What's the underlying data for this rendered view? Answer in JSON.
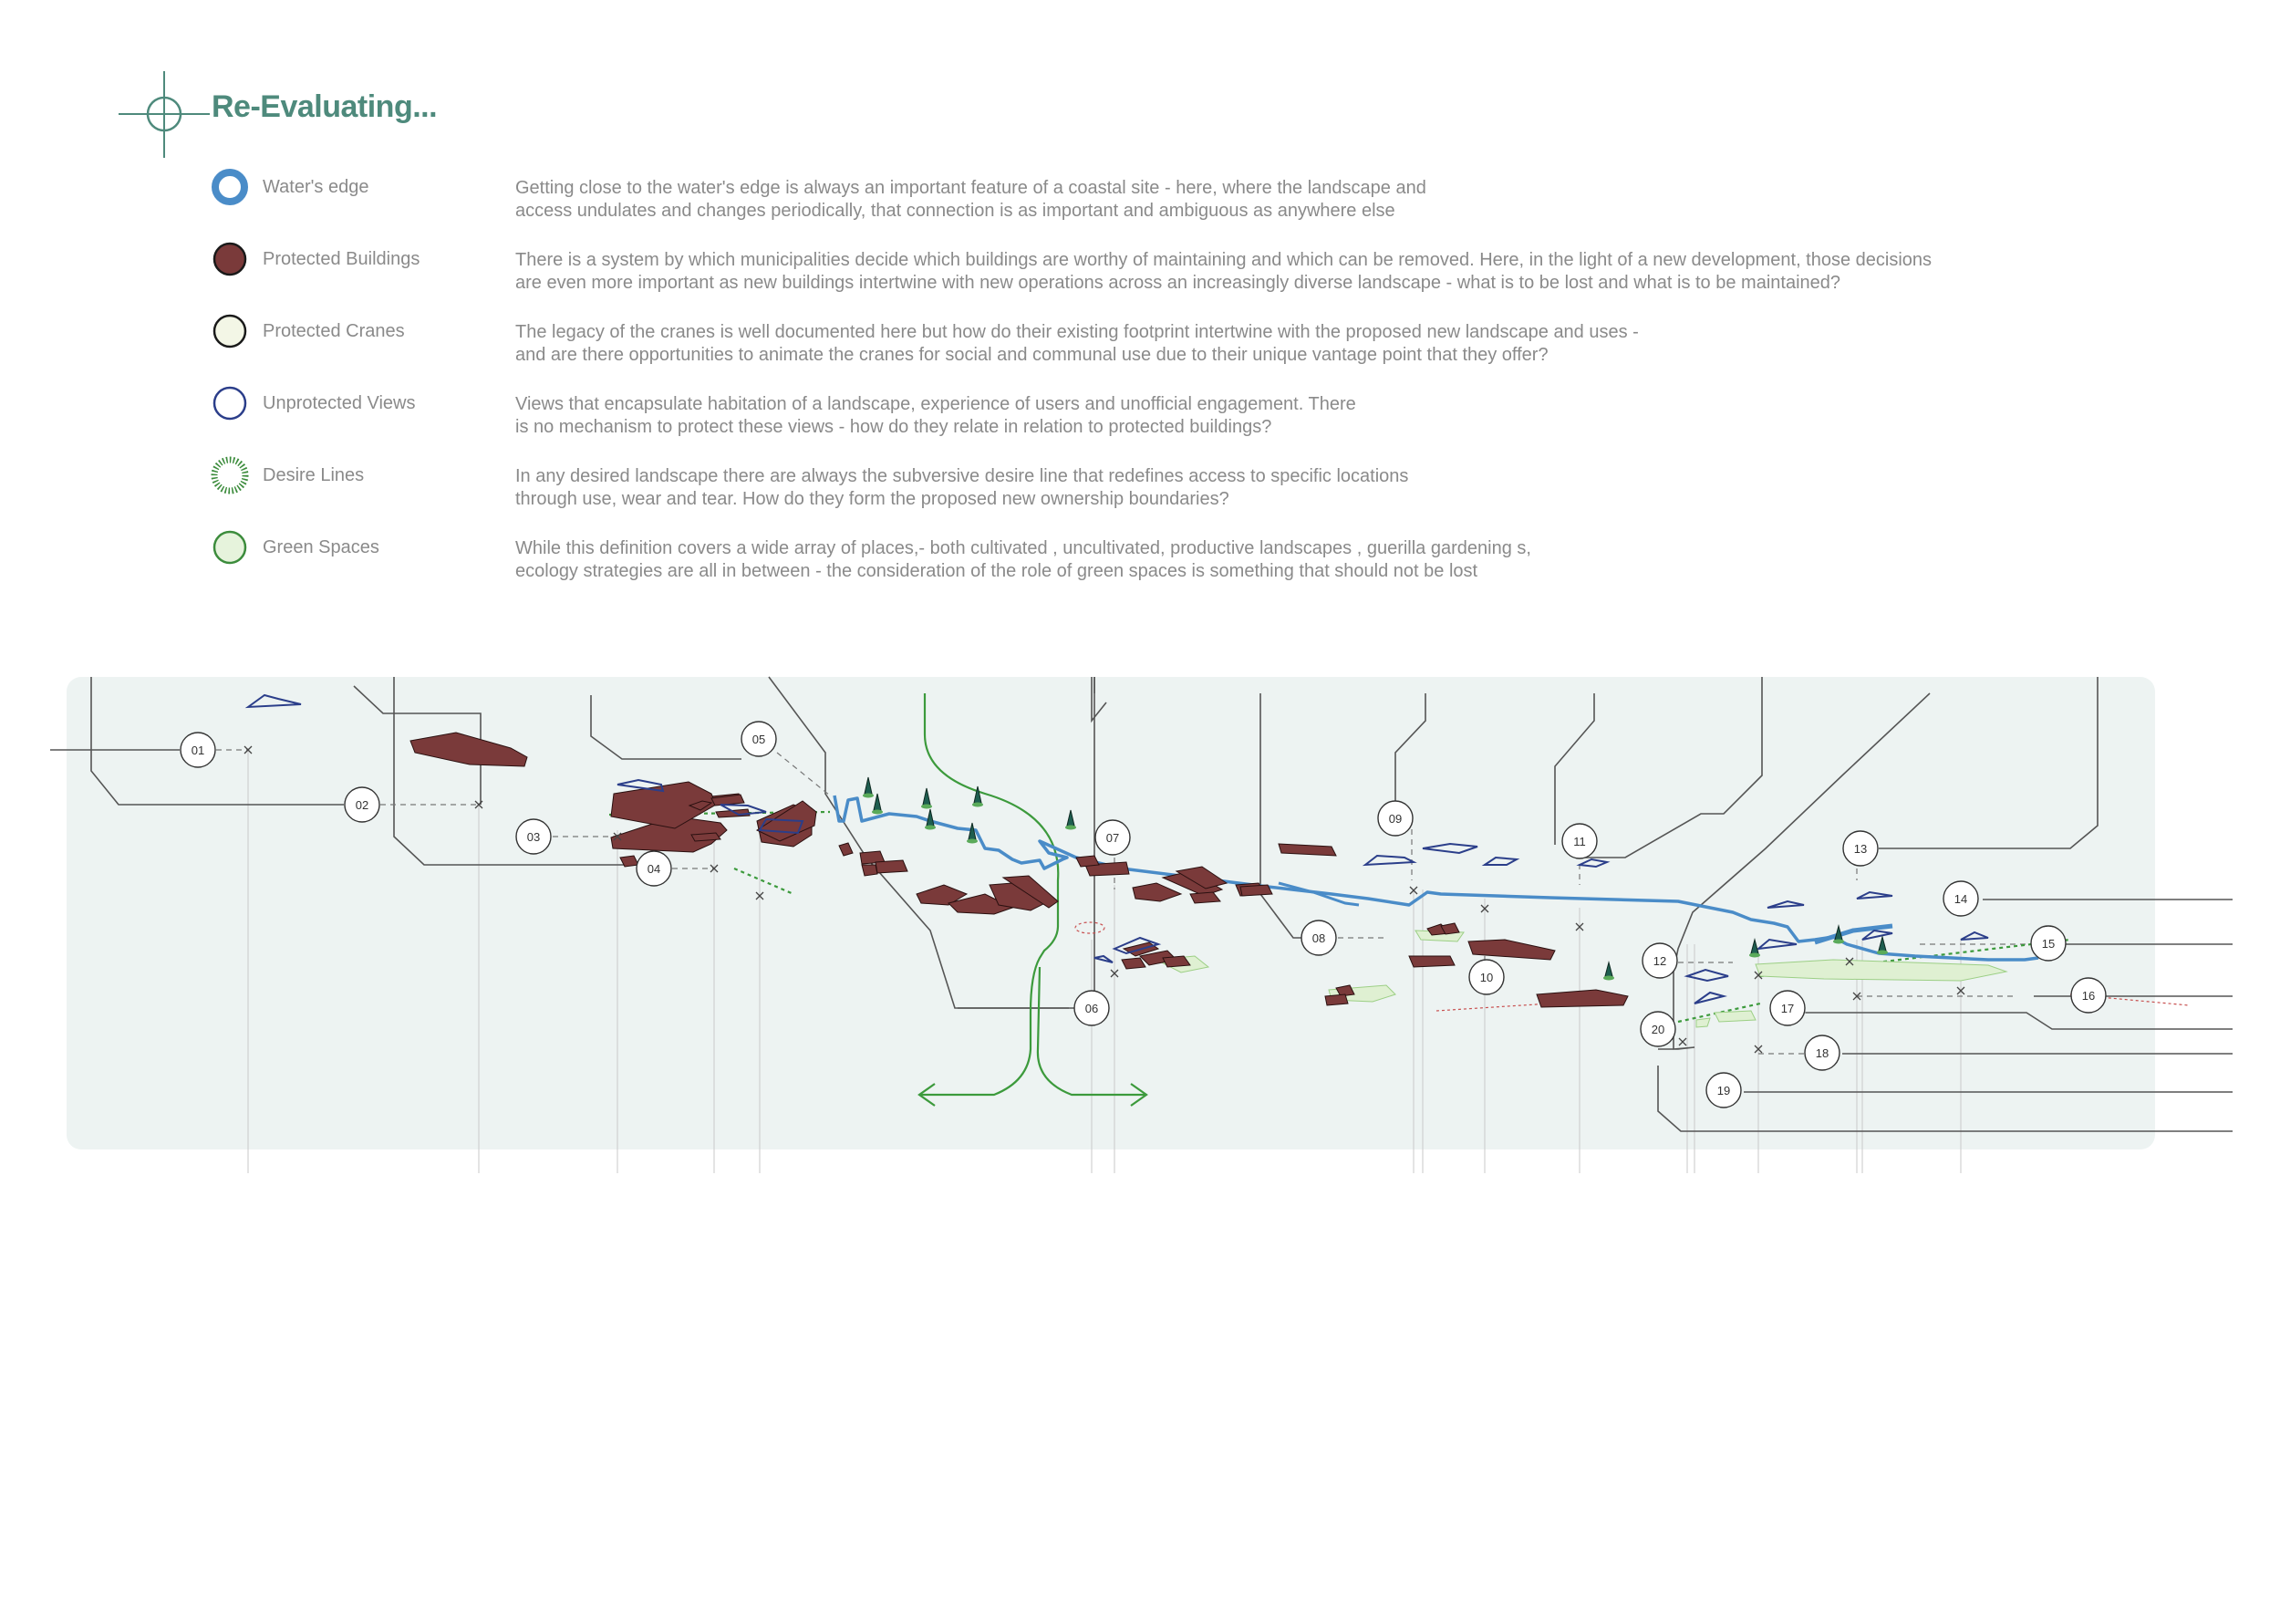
{
  "header": {
    "title": "Re-Evaluating..."
  },
  "colors": {
    "title": "#4e8a7c",
    "water_edge": "#4a8cc8",
    "protected_buildings": "#7a3a3a",
    "protected_cranes": "#f3f6e6",
    "unprotected_views": "#2b3e8a",
    "desire_lines": "#3c8c3c",
    "green_spaces": "#e6f3dc",
    "map_background": "#edf3f2",
    "leader_lines": "#555555"
  },
  "legend": [
    {
      "key": "waters-edge",
      "label": "Water's edge",
      "desc_lines": [
        "Getting close to the water's edge is always an important feature of a coastal site - here, where the landscape and",
        "access undulates and changes periodically, that connection is as important and ambiguous as anywhere else"
      ]
    },
    {
      "key": "protected-buildings",
      "label": "Protected Buildings",
      "desc_lines": [
        "There is a system by which municipalities decide which buildings are worthy of maintaining and which can be removed. Here, in the light of a new development, those decisions",
        "are even more important as new buildings intertwine with new operations across an increasingly diverse landscape - what is to be lost and what is to be maintained?"
      ]
    },
    {
      "key": "protected-cranes",
      "label": "Protected Cranes",
      "desc_lines": [
        "The legacy of the cranes is well documented here but how do their existing footprint intertwine with the proposed new landscape and uses -",
        "and are there opportunities to animate the cranes for social and communal use due to their unique vantage point that they offer?"
      ]
    },
    {
      "key": "unprotected-views",
      "label": "Unprotected Views",
      "desc_lines": [
        "Views that encapsulate habitation of a landscape, experience of users and unofficial engagement. There",
        "is no mechanism to protect these views - how do they relate in relation to protected buildings?"
      ]
    },
    {
      "key": "desire-lines",
      "label": "Desire Lines",
      "desc_lines": [
        "In any desired landscape there are always the subversive desire line that redefines access to specific locations",
        "through use, wear and tear. How do they form the proposed new ownership boundaries?"
      ]
    },
    {
      "key": "green-spaces",
      "label": "Green Spaces",
      "desc_lines": [
        "While this definition covers a wide array of places,- both cultivated , uncultivated, productive landscapes , guerilla gardening s,",
        "ecology strategies are all in between - the consideration of the role of green spaces is something that should not be lost"
      ]
    }
  ],
  "map": {
    "points": [
      "01",
      "02",
      "03",
      "04",
      "05",
      "06",
      "07",
      "08",
      "09",
      "10",
      "11",
      "12",
      "13",
      "14",
      "15",
      "16",
      "17",
      "18",
      "19",
      "20"
    ]
  }
}
